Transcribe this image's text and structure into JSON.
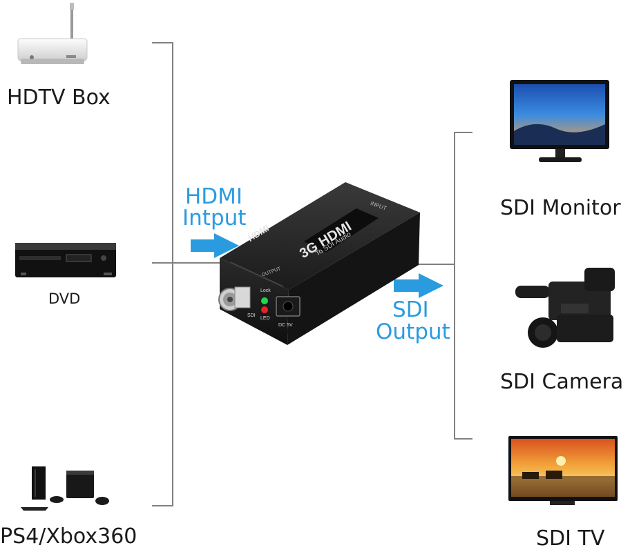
{
  "sources": {
    "hdtv_box": "HDTV Box",
    "dvd": "DVD",
    "console": "PS4/Xbox360"
  },
  "flow": {
    "input_line1": "HDMI",
    "input_line2": "Intput",
    "output_line1": "SDI",
    "output_line2": "Output"
  },
  "destinations": {
    "monitor": "SDI Monitor",
    "camera": "SDI Camera",
    "tv": "SDI TV"
  },
  "device": {
    "logo": "HDMI",
    "model": "3G HDMI",
    "model_sub": "To SDI Audio",
    "input_port": "INPUT",
    "output_port": "OUTPUT",
    "lock_label": "Lock",
    "sdi_label": "SDI",
    "led_label": "LED",
    "power_label": "DC 5V"
  },
  "colors": {
    "accent": "#2b9be0",
    "line": "#777777",
    "device_body": "#1e1e1e"
  }
}
